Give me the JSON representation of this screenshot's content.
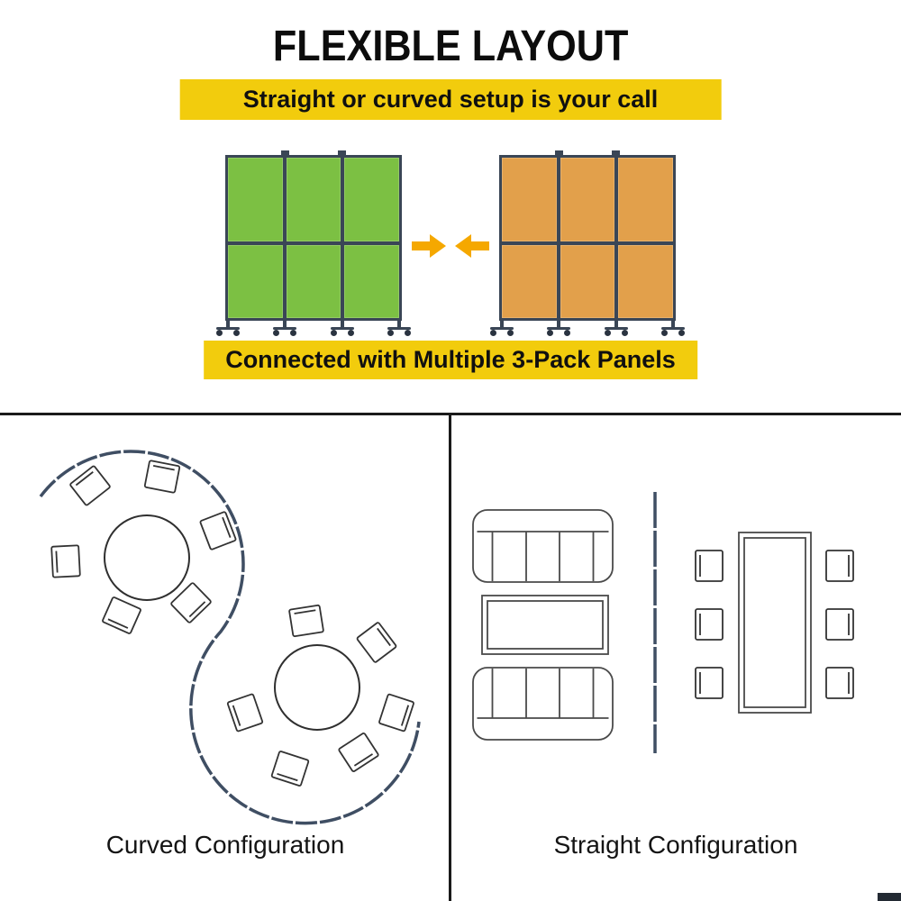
{
  "colors": {
    "banner": "#F2CC0D",
    "green": "#7CC043",
    "orange": "#E2A04B",
    "frame": "#3A4656",
    "arrow": "#F5A800",
    "line": "#3F4E63",
    "rule": "#1A1A1A"
  },
  "header": {
    "title": "FLEXIBLE LAYOUT",
    "banner": "Straight or curved setup is your call"
  },
  "panels": {
    "caption_banner": "Connected with Multiple 3-Pack Panels",
    "left_divider": "green 3-panel room divider on casters",
    "right_divider": "orange 3-panel room divider on casters",
    "arrow_icons": [
      "arrow-right-icon",
      "arrow-left-icon"
    ]
  },
  "diagrams": {
    "curved_label": "Curved Configuration",
    "straight_label": "Straight Configuration"
  }
}
